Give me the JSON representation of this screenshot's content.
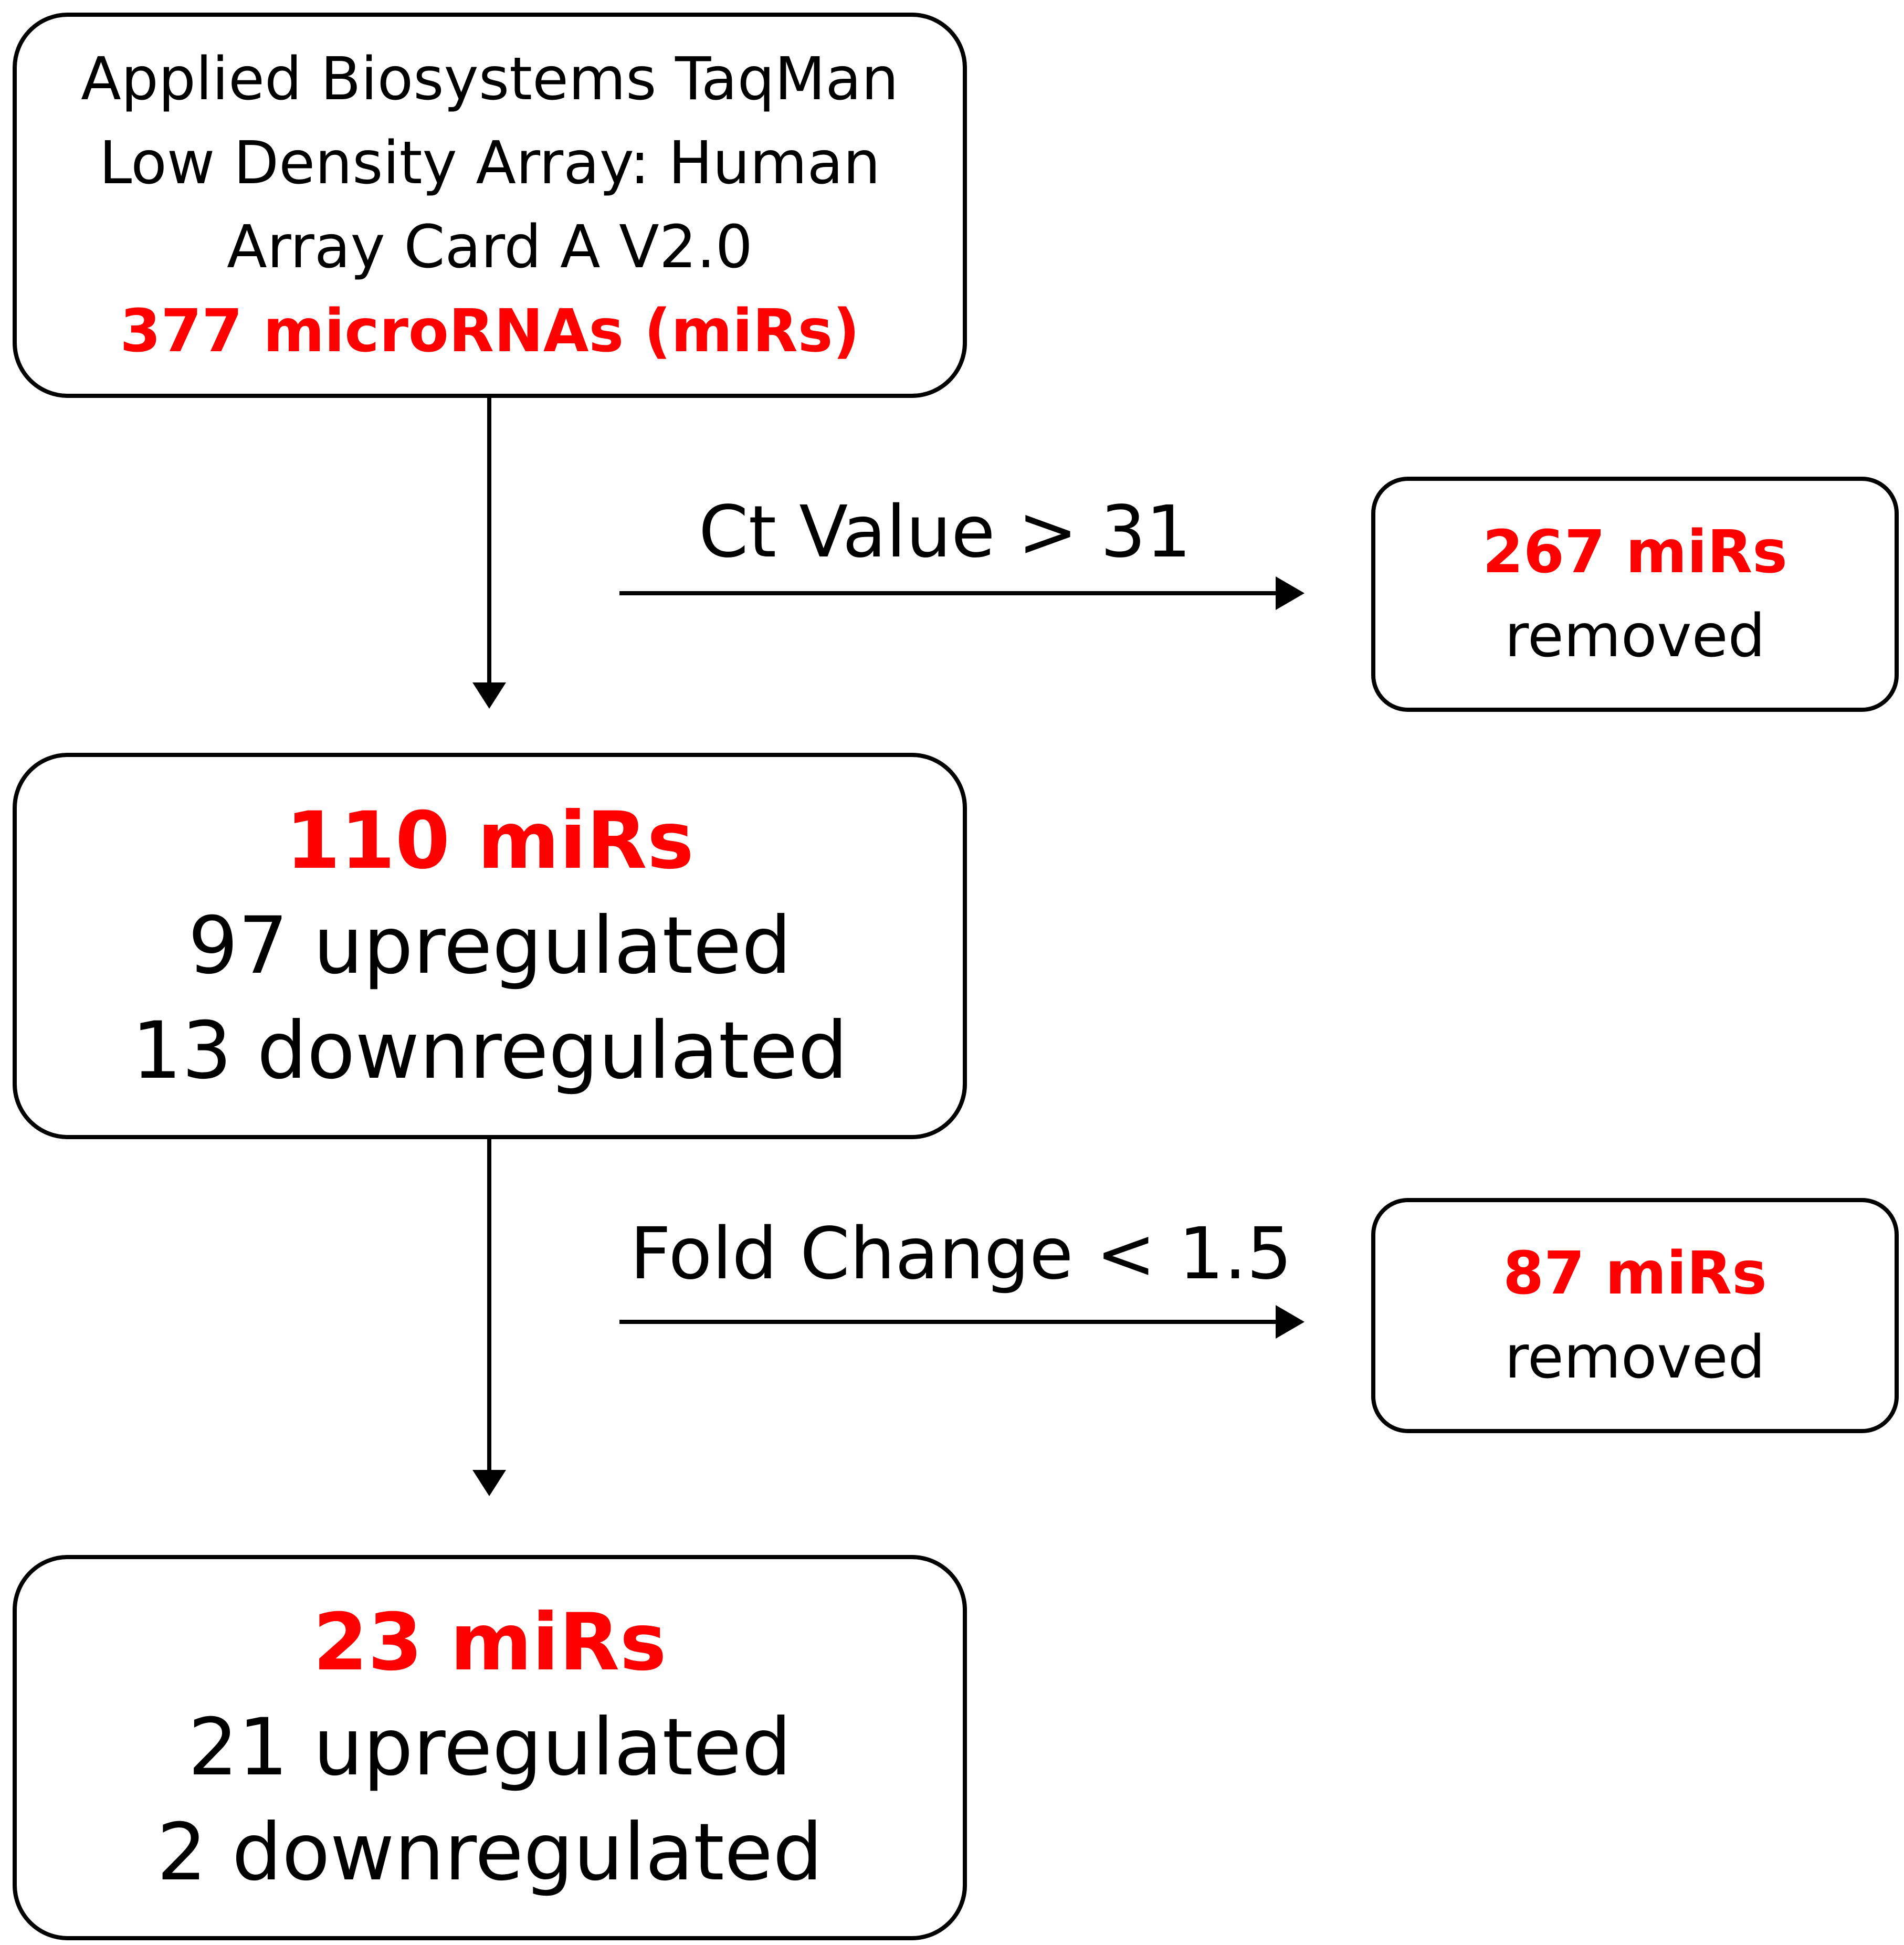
{
  "nodes": {
    "source": {
      "lines": [
        "Applied Biosystems TaqMan",
        "Low Density Array: Human",
        "Array Card A V2.0"
      ],
      "count": "377 microRNAs (miRs)"
    },
    "after_ct": {
      "count": "110 miRs",
      "lines": [
        "97 upregulated",
        "13 downregulated"
      ]
    },
    "final": {
      "count": "23 miRs",
      "lines": [
        "21 upregulated",
        "2 downregulated"
      ]
    },
    "removed_ct": {
      "count": "267 miRs",
      "label": "removed"
    },
    "removed_fc": {
      "count": "87 miRs",
      "label": "removed"
    }
  },
  "edges": {
    "ct_filter": "Ct Value > 31",
    "fc_filter": "Fold Change < 1.5"
  },
  "colors": {
    "highlight": "#ff0000",
    "stroke": "#000000"
  }
}
